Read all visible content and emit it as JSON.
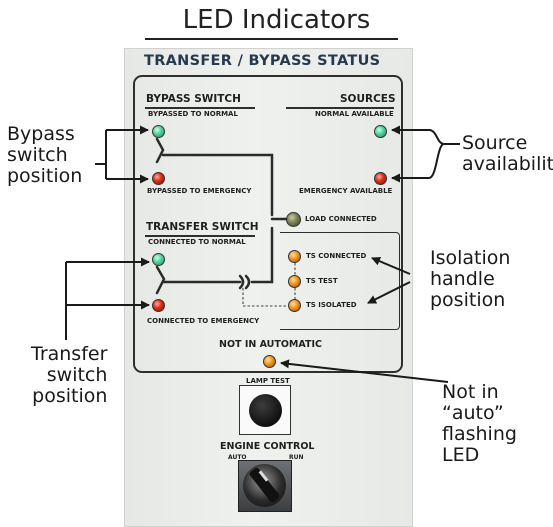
{
  "page_title": "LED Indicators",
  "panel": {
    "header": "TRANSFER / BYPASS STATUS",
    "bypass_switch": {
      "title": "BYPASS SWITCH",
      "bypassed_to_normal": "BYPASSED TO NORMAL",
      "bypassed_to_emergency": "BYPASSED TO EMERGENCY"
    },
    "sources": {
      "title": "SOURCES",
      "normal_available": "NORMAL AVAILABLE",
      "emergency_available": "EMERGENCY AVAILABLE"
    },
    "load_connected": "LOAD CONNECTED",
    "transfer_switch": {
      "title": "TRANSFER SWITCH",
      "connected_to_normal": "CONNECTED TO NORMAL",
      "connected_to_emergency": "CONNECTED TO EMERGENCY"
    },
    "ts_connected": "TS CONNECTED",
    "ts_test": "TS TEST",
    "ts_isolated": "TS ISOLATED",
    "not_in_automatic": "NOT IN AUTOMATIC",
    "lamp_test": "LAMP TEST",
    "engine_control": {
      "title": "ENGINE CONTROL",
      "auto": "AUTO",
      "run": "RUN"
    }
  },
  "callouts": {
    "bypass": [
      "Bypass",
      "switch",
      "position"
    ],
    "source": [
      "Source",
      "availability"
    ],
    "isolation": [
      "Isolation",
      "handle",
      "position"
    ],
    "transfer": [
      "Transfer",
      "switch",
      "position"
    ],
    "not_auto": [
      "Not in",
      "“auto”",
      "flashing",
      "LED"
    ]
  },
  "colors": {
    "led_green": "#3cc88f",
    "led_red": "#d9301c",
    "led_amber": "#f39a23",
    "led_olive": "#7b7f55",
    "panel_bg": "#eceeeb",
    "panel_header": "#263a4f"
  }
}
